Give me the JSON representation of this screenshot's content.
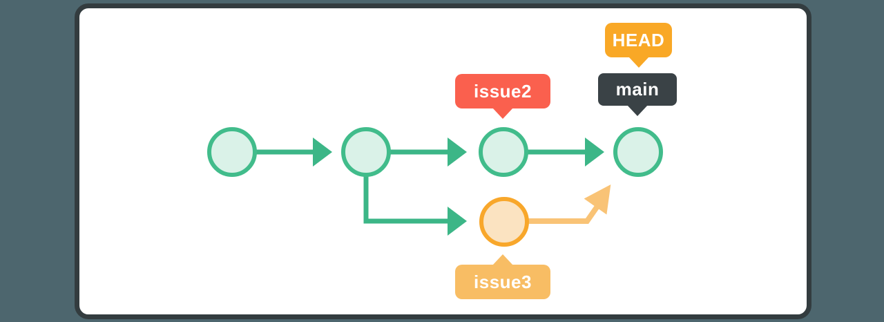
{
  "diagram": {
    "type": "git-commit-graph",
    "labels": {
      "head": "HEAD",
      "main": "main",
      "issue2": "issue2",
      "issue3": "issue3"
    },
    "colors": {
      "page_background": "#4D666E",
      "card_background": "#FFFFFF",
      "card_border": "#333C3F",
      "commit_green_stroke": "#41BC8B",
      "commit_green_fill": "#DAF2E8",
      "arrow_green": "#3CB687",
      "commit_orange_stroke": "#F8A72B",
      "commit_orange_fill": "#FBE3C1",
      "merge_arrow_orange": "#F9C376",
      "head_badge": "#F9A826",
      "main_badge": "#3A4246",
      "issue2_badge": "#FA604E",
      "issue3_badge": "#F8BD64"
    },
    "structure": {
      "main_branch_commit_count": 4,
      "feature_branch_commit_count": 1,
      "branch_forks_from": "commit-2",
      "issue2_label_points_to": "commit-3",
      "head_label_points_to": "main",
      "main_label_points_to": "commit-4",
      "issue3_label_points_to": "feature-commit-1",
      "merge_arrow": "feature-commit-1 -> commit-4"
    }
  }
}
